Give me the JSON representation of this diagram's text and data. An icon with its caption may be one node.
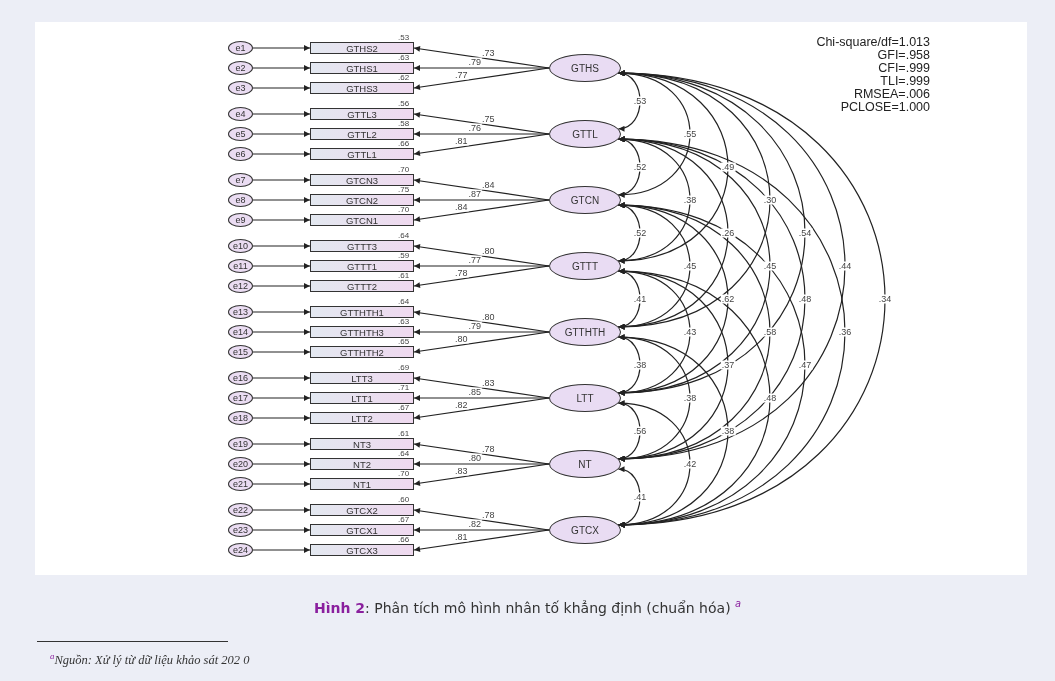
{
  "diagram": {
    "caption": "**Hình 2**: Phân tích mô hình nhân tố khẳng định (chuẩn hóa) $^{a}$",
    "nodes": [
      {
        "text": [
          "e1"
        ]
      },
      {
        "text": [
          "e2"
        ]
      },
      {
        "text": [
          "e3"
        ]
      },
      {
        "text": [
          "e4"
        ]
      },
      {
        "text": [
          "e5"
        ]
      },
      {
        "text": [
          "e6"
        ]
      },
      {
        "text": [
          "e7"
        ]
      },
      {
        "text": [
          "e8"
        ]
      },
      {
        "text": [
          "e9"
        ]
      },
      {
        "text": [
          "e10"
        ]
      },
      {
        "text": [
          "e11"
        ]
      },
      {
        "text": [
          "e12"
        ]
      },
      {
        "text": [
          "e13"
        ]
      },
      {
        "text": [
          "e14"
        ]
      },
      {
        "text": [
          "e15"
        ]
      },
      {
        "text": [
          "e16"
        ]
      },
      {
        "text": [
          "e17"
        ]
      },
      {
        "text": [
          "e18"
        ]
      },
      {
        "text": [
          "e19"
        ]
      },
      {
        "text": [
          "e20"
        ]
      },
      {
        "text": [
          "e21"
        ]
      },
      {
        "text": [
          "e22"
        ]
      },
      {
        "text": [
          "e23"
        ]
      },
      {
        "text": [
          "e24"
        ]
      },
      {
        "text": [
          "GTHS2"
        ],
        "beside": [
          ".53"
        ]
      },
      {
        "text": [
          "GTHS1"
        ],
        "beside": [
          ".63"
        ]
      },
      {
        "text": [
          "GTHS3"
        ],
        "beside": [
          ".62"
        ]
      },
      {
        "text": [
          "GTTL3"
        ],
        "beside": [
          ".56"
        ]
      },
      {
        "text": [
          "GTTL2"
        ],
        "beside": [
          ".58"
        ]
      },
      {
        "text": [
          "GTTL1"
        ],
        "beside": [
          ".66"
        ]
      },
      {
        "text": [
          "GTCN3"
        ],
        "beside": [
          ".70"
        ]
      },
      {
        "text": [
          "GTCN2"
        ],
        "beside": [
          ".75"
        ]
      },
      {
        "text": [
          "GTCN1"
        ],
        "beside": [
          ".70"
        ]
      },
      {
        "text": [
          "GTTT3"
        ],
        "beside": [
          ".64"
        ]
      },
      {
        "text": [
          "GTTT1"
        ],
        "beside": [
          ".59"
        ]
      },
      {
        "text": [
          "GTTT2"
        ],
        "beside": [
          ".61"
        ]
      },
      {
        "text": [
          "GTTHTH1"
        ],
        "beside": [
          ".64"
        ]
      },
      {
        "text": [
          "GTTHTH3"
        ],
        "beside": [
          ".63"
        ]
      },
      {
        "text": [
          "GTTHTH2"
        ],
        "beside": [
          ".65"
        ]
      },
      {
        "text": [
          "LTT3"
        ],
        "beside": [
          ".69"
        ]
      },
      {
        "text": [
          "LTT1"
        ],
        "beside": [
          ".71"
        ]
      },
      {
        "text": [
          "LTT2"
        ],
        "beside": [
          ".67"
        ]
      },
      {
        "text": [
          "NT3"
        ],
        "beside": [
          ".61"
        ]
      },
      {
        "text": [
          "NT2"
        ],
        "beside": [
          ".64"
        ]
      },
      {
        "text": [
          "NT1"
        ],
        "beside": [
          ".70"
        ]
      },
      {
        "text": [
          "GTCX2"
        ],
        "beside": [
          ".60"
        ]
      },
      {
        "text": [
          "GTCX1"
        ],
        "beside": [
          ".67"
        ]
      },
      {
        "text": [
          "GTCX3"
        ],
        "beside": [
          ".66"
        ]
      },
      {
        "text": [
          "GTHS"
        ]
      },
      {
        "text": [
          "GTTL"
        ]
      },
      {
        "text": [
          "GTCN"
        ]
      },
      {
        "text": [
          "GTTT"
        ]
      },
      {
        "text": [
          "GTTHTH"
        ]
      },
      {
        "text": [
          "LTT"
        ]
      },
      {
        "text": [
          "NT"
        ]
      },
      {
        "text": [
          "GTCX"
        ]
      }
    ],
    "edges": [
      {
        "from": 0,
        "to": 24,
        "arrow": "to"
      },
      {
        "from": 1,
        "to": 25,
        "arrow": "to"
      },
      {
        "from": 2,
        "to": 26,
        "arrow": "to"
      },
      {
        "from": 3,
        "to": 27,
        "arrow": "to"
      },
      {
        "from": 4,
        "to": 28,
        "arrow": "to"
      },
      {
        "from": 5,
        "to": 29,
        "arrow": "to"
      },
      {
        "from": 6,
        "to": 30,
        "arrow": "to"
      },
      {
        "from": 7,
        "to": 31,
        "arrow": "to"
      },
      {
        "from": 8,
        "to": 32,
        "arrow": "to"
      },
      {
        "from": 9,
        "to": 33,
        "arrow": "to"
      },
      {
        "from": 10,
        "to": 34,
        "arrow": "to"
      },
      {
        "from": 11,
        "to": 35,
        "arrow": "to"
      },
      {
        "from": 12,
        "to": 36,
        "arrow": "to"
      },
      {
        "from": 13,
        "to": 37,
        "arrow": "to"
      },
      {
        "from": 14,
        "to": 38,
        "arrow": "to"
      },
      {
        "from": 15,
        "to": 39,
        "arrow": "to"
      },
      {
        "from": 16,
        "to": 40,
        "arrow": "to"
      },
      {
        "from": 17,
        "to": 41,
        "arrow": "to"
      },
      {
        "from": 18,
        "to": 42,
        "arrow": "to"
      },
      {
        "from": 19,
        "to": 43,
        "arrow": "to"
      },
      {
        "from": 20,
        "to": 44,
        "arrow": "to"
      },
      {
        "from": 21,
        "to": 45,
        "arrow": "to"
      },
      {
        "from": 22,
        "to": 46,
        "arrow": "to"
      },
      {
        "from": 23,
        "to": 47,
        "arrow": "to"
      },
      {
        "from": 48,
        "to": 24,
        "arrow": "to",
        "label": ".73"
      },
      {
        "from": 48,
        "to": 25,
        "arrow": "to",
        "label": ".79"
      },
      {
        "from": 48,
        "to": 26,
        "arrow": "to",
        "label": ".77"
      },
      {
        "from": 49,
        "to": 27,
        "arrow": "to",
        "label": ".75"
      },
      {
        "from": 49,
        "to": 28,
        "arrow": "to",
        "label": ".76"
      },
      {
        "from": 49,
        "to": 29,
        "arrow": "to",
        "label": ".81"
      },
      {
        "from": 50,
        "to": 30,
        "arrow": "to",
        "label": ".84"
      },
      {
        "from": 50,
        "to": 31,
        "arrow": "to",
        "label": ".87"
      },
      {
        "from": 50,
        "to": 32,
        "arrow": "to",
        "label": ".84"
      },
      {
        "from": 51,
        "to": 33,
        "arrow": "to",
        "label": ".80"
      },
      {
        "from": 51,
        "to": 34,
        "arrow": "to",
        "label": ".77"
      },
      {
        "from": 51,
        "to": 35,
        "arrow": "to",
        "label": ".78"
      },
      {
        "from": 52,
        "to": 36,
        "arrow": "to",
        "label": ".80"
      },
      {
        "from": 52,
        "to": 37,
        "arrow": "to",
        "label": ".79"
      },
      {
        "from": 52,
        "to": 38,
        "arrow": "to",
        "label": ".80"
      },
      {
        "from": 53,
        "to": 39,
        "arrow": "to",
        "label": ".83"
      },
      {
        "from": 53,
        "to": 40,
        "arrow": "to",
        "label": ".85"
      },
      {
        "from": 53,
        "to": 41,
        "arrow": "to",
        "label": ".82"
      },
      {
        "from": 54,
        "to": 42,
        "arrow": "to",
        "label": ".78"
      },
      {
        "from": 54,
        "to": 43,
        "arrow": "to",
        "label": ".80"
      },
      {
        "from": 54,
        "to": 44,
        "arrow": "to",
        "label": ".83"
      },
      {
        "from": 55,
        "to": 45,
        "arrow": "to",
        "label": ".78"
      },
      {
        "from": 55,
        "to": 46,
        "arrow": "to",
        "label": ".82"
      },
      {
        "from": 55,
        "to": 47,
        "arrow": "to",
        "label": ".81"
      },
      {
        "from": 48,
        "to": 49,
        "arrow": "both",
        "label": ".53"
      },
      {
        "from": 49,
        "to": 50,
        "arrow": "both",
        "label": ".52"
      },
      {
        "from": 50,
        "to": 51,
        "arrow": "both",
        "label": ".52"
      },
      {
        "from": 51,
        "to": 52,
        "arrow": "both",
        "label": ".41"
      },
      {
        "from": 52,
        "to": 53,
        "arrow": "both",
        "label": ".38"
      },
      {
        "from": 53,
        "to": 54,
        "arrow": "both",
        "label": ".56"
      },
      {
        "from": 54,
        "to": 55,
        "arrow": "both",
        "label": ".41"
      },
      {
        "from": 48,
        "to": 50,
        "arrow": "both",
        "label": ".55"
      },
      {
        "from": 49,
        "to": 51,
        "arrow": "both",
        "label": ".38"
      },
      {
        "from": 50,
        "to": 52,
        "arrow": "both",
        "label": ".45"
      },
      {
        "from": 51,
        "to": 53,
        "arrow": "both",
        "label": ".43"
      },
      {
        "from": 52,
        "to": 54,
        "arrow": "both",
        "label": ".38"
      },
      {
        "from": 53,
        "to": 55,
        "arrow": "both",
        "label": ".42"
      },
      {
        "from": 48,
        "to": 51,
        "arrow": "both",
        "label": ".49"
      },
      {
        "from": 49,
        "to": 52,
        "arrow": "both",
        "label": ".26"
      },
      {
        "from": 50,
        "to": 53,
        "arrow": "both",
        "label": ".62"
      },
      {
        "from": 51,
        "to": 54,
        "arrow": "both",
        "label": ".37"
      },
      {
        "from": 52,
        "to": 55,
        "arrow": "both",
        "label": ".38"
      },
      {
        "from": 48,
        "to": 52,
        "arrow": "both",
        "label": ".30"
      },
      {
        "from": 49,
        "to": 53,
        "arrow": "both",
        "label": ".45"
      },
      {
        "from": 50,
        "to": 54,
        "arrow": "both",
        "label": ".58"
      },
      {
        "from": 51,
        "to": 55,
        "arrow": "both",
        "label": ".48"
      },
      {
        "from": 48,
        "to": 53,
        "arrow": "both",
        "label": ".54"
      },
      {
        "from": 49,
        "to": 54,
        "arrow": "both",
        "label": ".48"
      },
      {
        "from": 50,
        "to": 55,
        "arrow": "both",
        "label": ".47"
      },
      {
        "from": 48,
        "to": 54,
        "arrow": "both",
        "label": ".44"
      },
      {
        "from": 49,
        "to": 55,
        "arrow": "both",
        "label": ".36"
      },
      {
        "from": 48,
        "to": 55,
        "arrow": "both",
        "label": ".34"
      }
    ],
    "labels": [
      "Chi-square/df=1.013",
      "GFI=.958",
      "CFI=.999",
      "TLI=.999",
      "RMSEA=.006",
      "PCLOSE=1.000",
      "$^{a}$Nguồn: Xử lý từ dữ liệu khảo sát 202 0"
    ]
  }
}
